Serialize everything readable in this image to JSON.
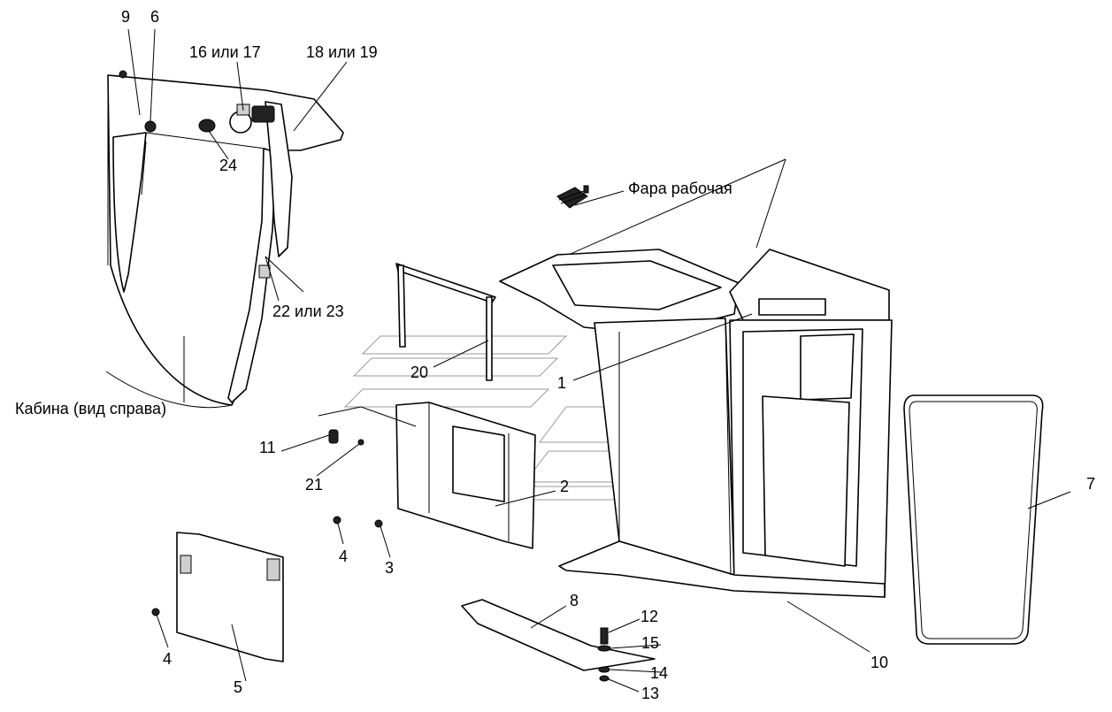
{
  "callouts": {
    "c9": "9",
    "c6": "6",
    "c16_17": "16 или 17",
    "c18_19": "18 или 19",
    "c24": "24",
    "c22_23": "22 или 23",
    "cab_side": "Кабина (вид справа)",
    "work_light": "Фара рабочая",
    "c20": "20",
    "c1": "1",
    "c11": "11",
    "c21": "21",
    "c2": "2",
    "c4a": "4",
    "c3": "3",
    "c7": "7",
    "c4b": "4",
    "c5": "5",
    "c8": "8",
    "c12": "12",
    "c15": "15",
    "c14": "14",
    "c13": "13",
    "c10": "10"
  }
}
